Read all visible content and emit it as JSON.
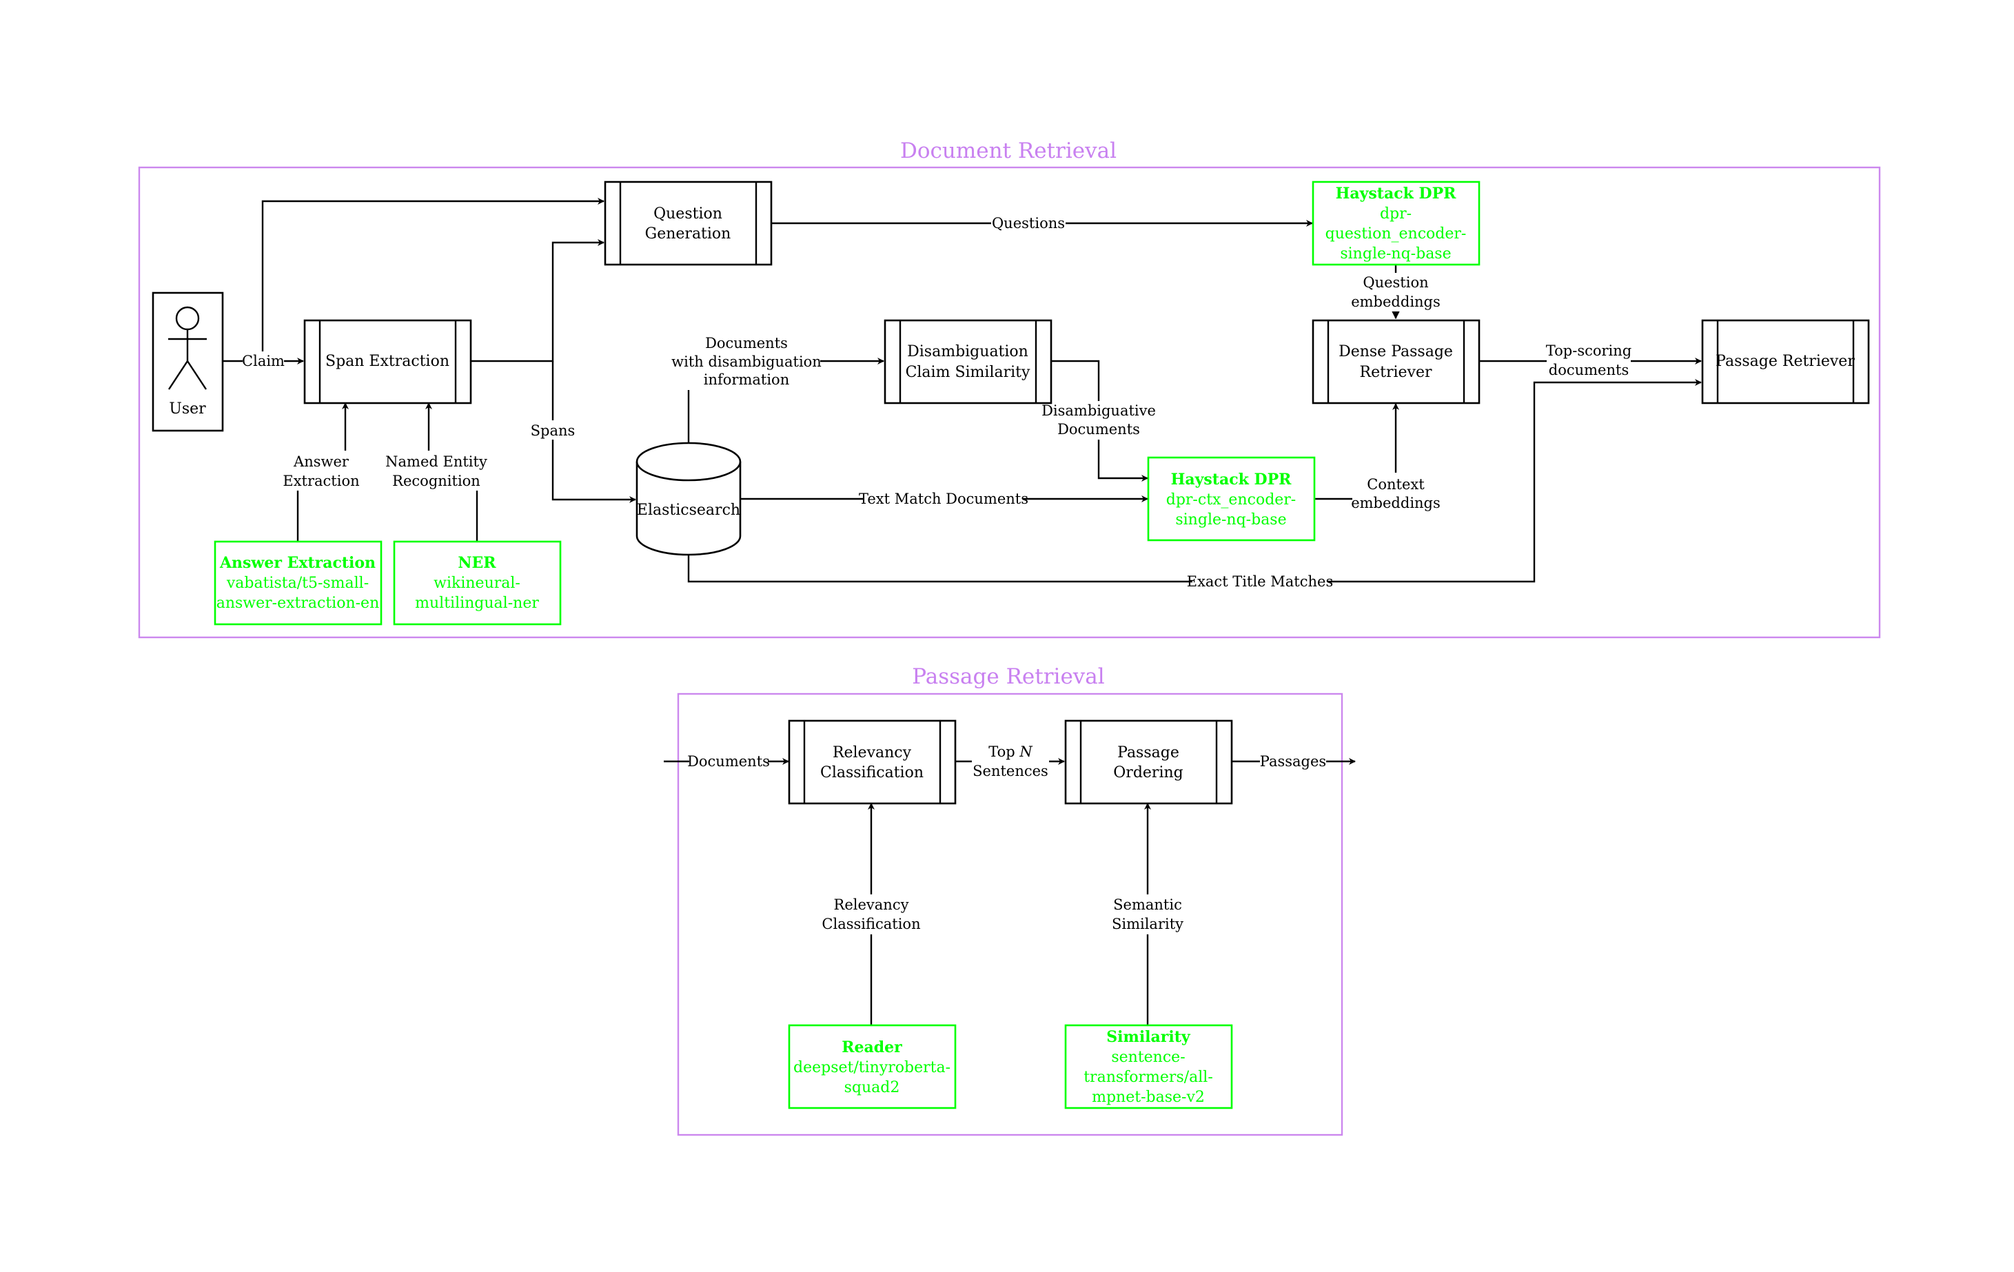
{
  "colors": {
    "frame": "#cc88ee",
    "frame_title": "#c880f0",
    "model_green": "#00ff00",
    "line": "#000000",
    "background": "#ffffff"
  },
  "sections": {
    "document_retrieval": "Document Retrieval",
    "passage_retrieval": "Passage Retrieval"
  },
  "nodes": {
    "user": {
      "label": "User",
      "icon": "person-icon"
    },
    "span_extraction": {
      "lines": [
        "Span Extraction"
      ]
    },
    "question_generation": {
      "lines": [
        "Question",
        "Generation"
      ]
    },
    "disambiguation": {
      "lines": [
        "Disambiguation",
        "Claim Similarity"
      ]
    },
    "elasticsearch": {
      "label": "Elasticsearch",
      "icon": "database-cylinder"
    },
    "dense_passage_retriever": {
      "lines": [
        "Dense Passage",
        "Retriever"
      ]
    },
    "passage_retriever": {
      "lines": [
        "Passage Retriever"
      ]
    },
    "relevancy_classification": {
      "lines": [
        "Relevancy",
        "Classification"
      ]
    },
    "passage_ordering": {
      "lines": [
        "Passage",
        "Ordering"
      ]
    }
  },
  "models": {
    "haystack_dpr_question": {
      "title": "Haystack DPR",
      "lines": [
        "dpr-",
        "question_encoder-",
        "single-nq-base"
      ]
    },
    "haystack_dpr_ctx": {
      "title": "Haystack DPR",
      "lines": [
        "dpr-ctx_encoder-",
        "single-nq-base"
      ]
    },
    "answer_extraction": {
      "title": "Answer Extraction",
      "lines": [
        "vabatista/t5-small-",
        "answer-extraction-en"
      ]
    },
    "ner": {
      "title": "NER",
      "lines": [
        "wikineural-",
        "multilingual-ner"
      ]
    },
    "reader": {
      "title": "Reader",
      "lines": [
        "deepset/tinyroberta-",
        "squad2"
      ]
    },
    "similarity": {
      "title": "Similarity",
      "lines": [
        "sentence-",
        "transformers/all-",
        "mpnet-base-v2"
      ]
    }
  },
  "edge_labels": {
    "claim": [
      "Claim"
    ],
    "questions": [
      "Questions"
    ],
    "spans": [
      "Spans"
    ],
    "question_embeddings": [
      "Question",
      "embeddings"
    ],
    "documents_disambiguation": [
      "Documents",
      "with disambiguation",
      "information"
    ],
    "disambiguative_documents": [
      "Disambiguative",
      "Documents"
    ],
    "text_match_documents": [
      "Text Match Documents"
    ],
    "context_embeddings": [
      "Context",
      "embeddings"
    ],
    "top_scoring_documents": [
      "Top-scoring",
      "documents"
    ],
    "exact_title_matches": [
      "Exact Title Matches"
    ],
    "answer_extraction": [
      "Answer",
      "Extraction"
    ],
    "named_entity_recognition": [
      "Named Entity",
      "Recognition"
    ],
    "documents": [
      "Documents"
    ],
    "top_n_sentences": {
      "prefix": "Top ",
      "variable": "N",
      "line2": "Sentences"
    },
    "passages": [
      "Passages"
    ],
    "relevancy_classification": [
      "Relevancy",
      "Classification"
    ],
    "semantic_similarity": [
      "Semantic",
      "Similarity"
    ]
  }
}
